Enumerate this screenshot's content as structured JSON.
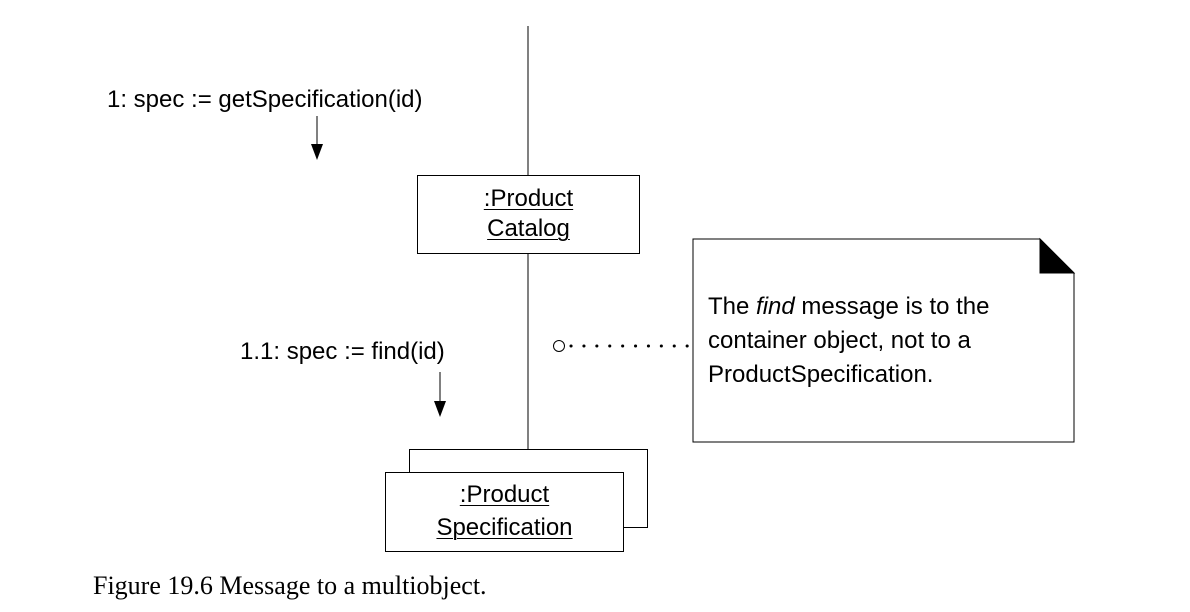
{
  "messages": {
    "msg1": "1: spec := getSpecification(id)",
    "msg2": "1.1: spec := find(id)"
  },
  "objects": {
    "catalog": {
      "line1": ":Product",
      "line2": "Catalog"
    },
    "specification": {
      "line1": ":Product",
      "line2": "Specification"
    }
  },
  "note": {
    "line1_pre": "The ",
    "line1_em": "find",
    "line1_post": " message is to the",
    "line2": "container object, not to a",
    "line3": "ProductSpecification."
  },
  "caption": "Figure 19.6 Message to a multiobject."
}
